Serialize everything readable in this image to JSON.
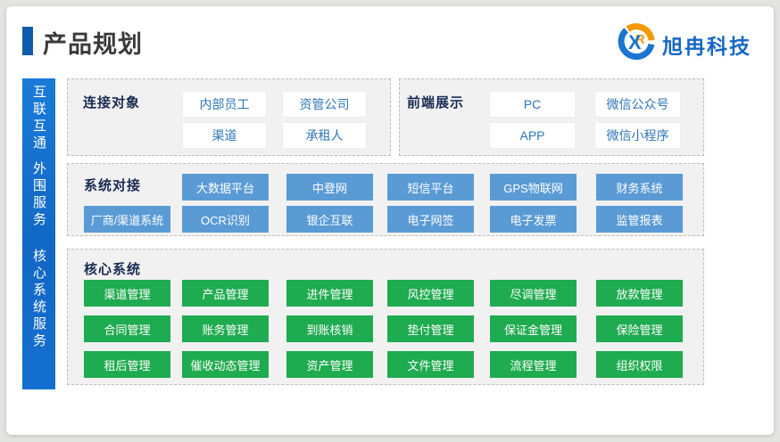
{
  "header": {
    "title": "产品规划",
    "brand": {
      "name": "旭冉科技",
      "icon": "xr-logo-icon"
    }
  },
  "sidebar": {
    "items": [
      {
        "label": "互联互通"
      },
      {
        "label": "外围服务"
      },
      {
        "label": "核心系统服务"
      }
    ]
  },
  "sections": {
    "connect": {
      "label": "连接对象",
      "buttons": [
        "内部员工",
        "资管公司",
        "渠道",
        "承租人"
      ]
    },
    "frontend": {
      "label": "前端展示",
      "buttons": [
        "PC",
        "微信公众号",
        "APP",
        "微信小程序"
      ]
    },
    "integration": {
      "label": "系统对接",
      "row1": [
        "大数据平台",
        "中登网",
        "短信平台",
        "GPS物联网",
        "财务系统"
      ],
      "row2": [
        "厂商/渠道系统",
        "OCR识别",
        "银企互联",
        "电子网签",
        "电子发票",
        "监管报表"
      ]
    },
    "core": {
      "label": "核心系统",
      "rows": [
        [
          "渠道管理",
          "产品管理",
          "进件管理",
          "风控管理",
          "尽调管理",
          "放款管理"
        ],
        [
          "合同管理",
          "账务管理",
          "到账核销",
          "垫付管理",
          "保证金管理",
          "保险管理"
        ],
        [
          "租后管理",
          "催收动态管理",
          "资产管理",
          "文件管理",
          "流程管理",
          "组织权限"
        ]
      ]
    }
  },
  "colors": {
    "title_accent_blue": "#0f5cad",
    "rail_blue": "#1470d0",
    "brand_blue": "#1768c5",
    "brand_orange": "#f39800",
    "section_label_navy": "#182a50",
    "chip_blue": "#5b9bd5",
    "chip_green": "#1fab4f",
    "chip_white_text": "#2e75b6",
    "panel_bg": "#f1f1f2",
    "panel_border": "#bdbdbd"
  }
}
